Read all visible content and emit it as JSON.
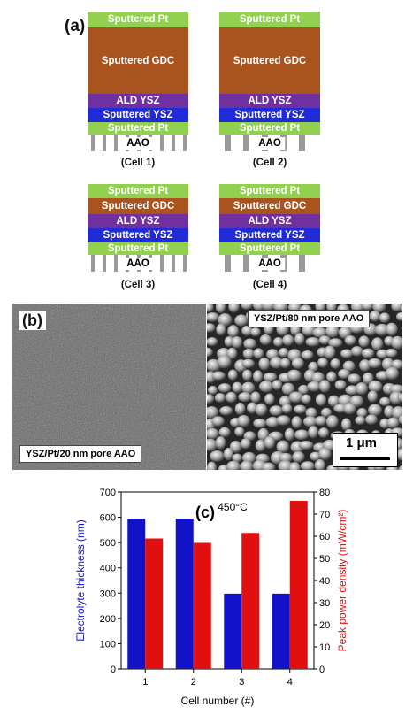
{
  "panel_a": {
    "label": "(a)",
    "cells": [
      {
        "caption": "(Cell 1)",
        "layers": {
          "top_pt": "Sputtered Pt",
          "gdc": "Sputtered GDC",
          "ald": "ALD YSZ",
          "ysz": "Sputtered YSZ",
          "bottom_pt": "Sputtered Pt",
          "aao": "AAO"
        }
      },
      {
        "caption": "(Cell 2)",
        "layers": {
          "top_pt": "Sputtered Pt",
          "gdc": "Sputtered GDC",
          "ald": "ALD YSZ",
          "ysz": "Sputtered YSZ",
          "bottom_pt": "Sputtered Pt",
          "aao": "AAO"
        }
      },
      {
        "caption": "(Cell 3)",
        "layers": {
          "top_pt": "Sputtered Pt",
          "gdc": "Sputtered GDC",
          "ald": "ALD YSZ",
          "ysz": "Sputtered YSZ",
          "bottom_pt": "Sputtered Pt",
          "aao": "AAO"
        }
      },
      {
        "caption": "(Cell 4)",
        "layers": {
          "top_pt": "Sputtered Pt",
          "gdc": "Sputtered GDC",
          "ald": "ALD YSZ",
          "ysz": "Sputtered YSZ",
          "bottom_pt": "Sputtered Pt",
          "aao": "AAO"
        }
      }
    ],
    "colors": {
      "pt": "#92d050",
      "gdc": "#a9541f",
      "ald": "#7030a0",
      "ysz": "#1f2bd8",
      "aao": "#9a9a9a"
    }
  },
  "panel_b": {
    "label": "(b)",
    "left_label": "YSZ/Pt/20 nm pore AAO",
    "right_label": "YSZ/Pt/80 nm pore AAO",
    "scale_bar": "1 μm"
  },
  "panel_c": {
    "label": "(c)",
    "annotation": "450°C"
  },
  "chart_data": {
    "type": "bar",
    "categories": [
      "1",
      "2",
      "3",
      "4"
    ],
    "xlabel": "Cell number (#)",
    "series": [
      {
        "values": [
          595,
          595,
          298,
          298
        ],
        "color": "#1212c8",
        "axis": "left"
      },
      {
        "values": [
          59,
          57,
          61.5,
          76
        ],
        "color": "#e01010",
        "axis": "right"
      }
    ],
    "ylabel_left": "Electrolyte thickness (nm)",
    "ylabel_right": "Peak power density (mW/cm²)",
    "ylim_left": [
      0,
      700
    ],
    "yticks_left": [
      "0",
      "100",
      "200",
      "300",
      "400",
      "500",
      "600",
      "700"
    ],
    "ylim_right": [
      0,
      80
    ],
    "yticks_right": [
      "0",
      "10",
      "20",
      "30",
      "40",
      "50",
      "60",
      "70",
      "80"
    ],
    "grid": false
  }
}
